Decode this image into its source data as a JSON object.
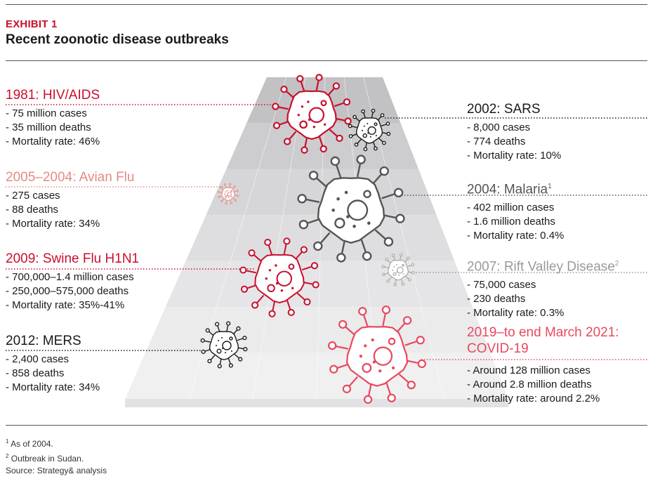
{
  "header": {
    "exhibit_label": "EXHIBIT 1",
    "title": "Recent zoonotic disease outbreaks"
  },
  "colors": {
    "red": "#c8102e",
    "pink": "#e8485f",
    "light_red": "#e58a85",
    "dark": "#1a1a1a",
    "gray": "#555555",
    "light_gray": "#9a9a9a"
  },
  "outbreaks": [
    {
      "id": "hiv",
      "heading": "1981: HIV/AIDS",
      "sup": "",
      "color": "red",
      "lines": [
        "- 75 million cases",
        "- 35 million deaths",
        "- Mortality rate: 46%"
      ]
    },
    {
      "id": "avian",
      "heading": "2005–2004: Avian Flu",
      "sup": "",
      "color": "light_red",
      "lines": [
        "- 275 cases",
        "- 88 deaths",
        "- Mortality rate: 34%"
      ]
    },
    {
      "id": "swine",
      "heading": "2009: Swine Flu H1N1",
      "sup": "",
      "color": "red",
      "lines": [
        "- 700,000–1.4 million cases",
        "- 250,000–575,000 deaths",
        "- Mortality rate: 35%-41%"
      ]
    },
    {
      "id": "mers",
      "heading": "2012: MERS",
      "sup": "",
      "color": "dark",
      "lines": [
        "- 2,400 cases",
        "- 858 deaths",
        "- Mortality rate: 34%"
      ]
    },
    {
      "id": "sars",
      "heading": "2002: SARS",
      "sup": "",
      "color": "dark",
      "lines": [
        "- 8,000 cases",
        "- 774 deaths",
        "- Mortality rate: 10%"
      ]
    },
    {
      "id": "malaria",
      "heading": "2004: Malaria",
      "sup": "1",
      "color": "gray",
      "lines": [
        "- 402 million cases",
        "- 1.6 million deaths",
        "- Mortality rate: 0.4%"
      ]
    },
    {
      "id": "rift",
      "heading": "2007: Rift Valley Disease",
      "sup": "2",
      "color": "light_gray",
      "lines": [
        "- 75,000 cases",
        "- 230 deaths",
        "- Mortality rate: 0.3%"
      ]
    },
    {
      "id": "covid",
      "heading": "2019–to end March 2021:\nCOVID-19",
      "sup": "",
      "color": "pink",
      "lines": [
        "- Around 128 million cases",
        "- Around 2.8 million deaths",
        "- Mortality rate: around 2.2%"
      ]
    }
  ],
  "footnotes": [
    {
      "sup": "1",
      "text": " As of 2004."
    },
    {
      "sup": "2",
      "text": " Outbreak in Sudan."
    },
    {
      "sup": "",
      "text": "Source: Strategy& analysis"
    }
  ]
}
